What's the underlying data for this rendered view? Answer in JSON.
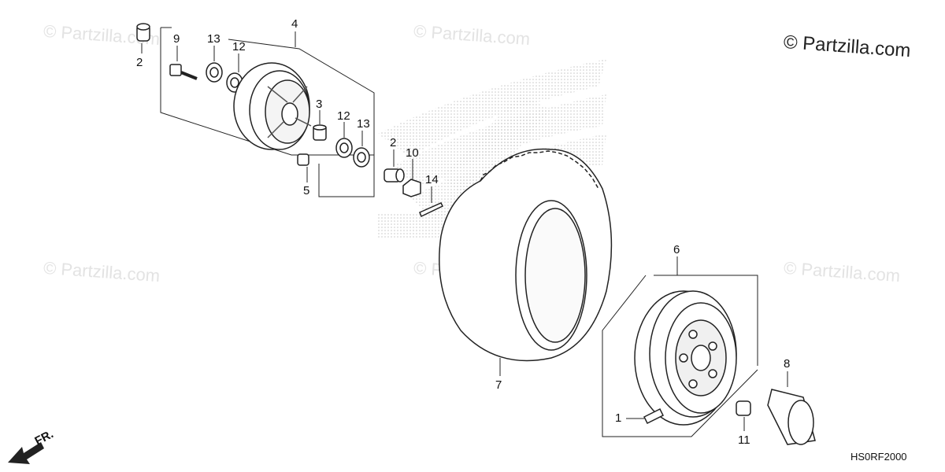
{
  "copyright": "© Partzilla.com",
  "watermark": "© Partzilla.com",
  "diagram_code": "HS0RF2000",
  "front_indicator": "FR.",
  "callouts": {
    "c2a": "2",
    "c9": "9",
    "c13a": "13",
    "c12a": "12",
    "c4": "4",
    "c3": "3",
    "c12b": "12",
    "c13b": "13",
    "c5": "5",
    "c2b": "2",
    "c10": "10",
    "c14": "14",
    "c7": "7",
    "c6": "6",
    "c8": "8",
    "c1": "1",
    "c11": "11"
  }
}
